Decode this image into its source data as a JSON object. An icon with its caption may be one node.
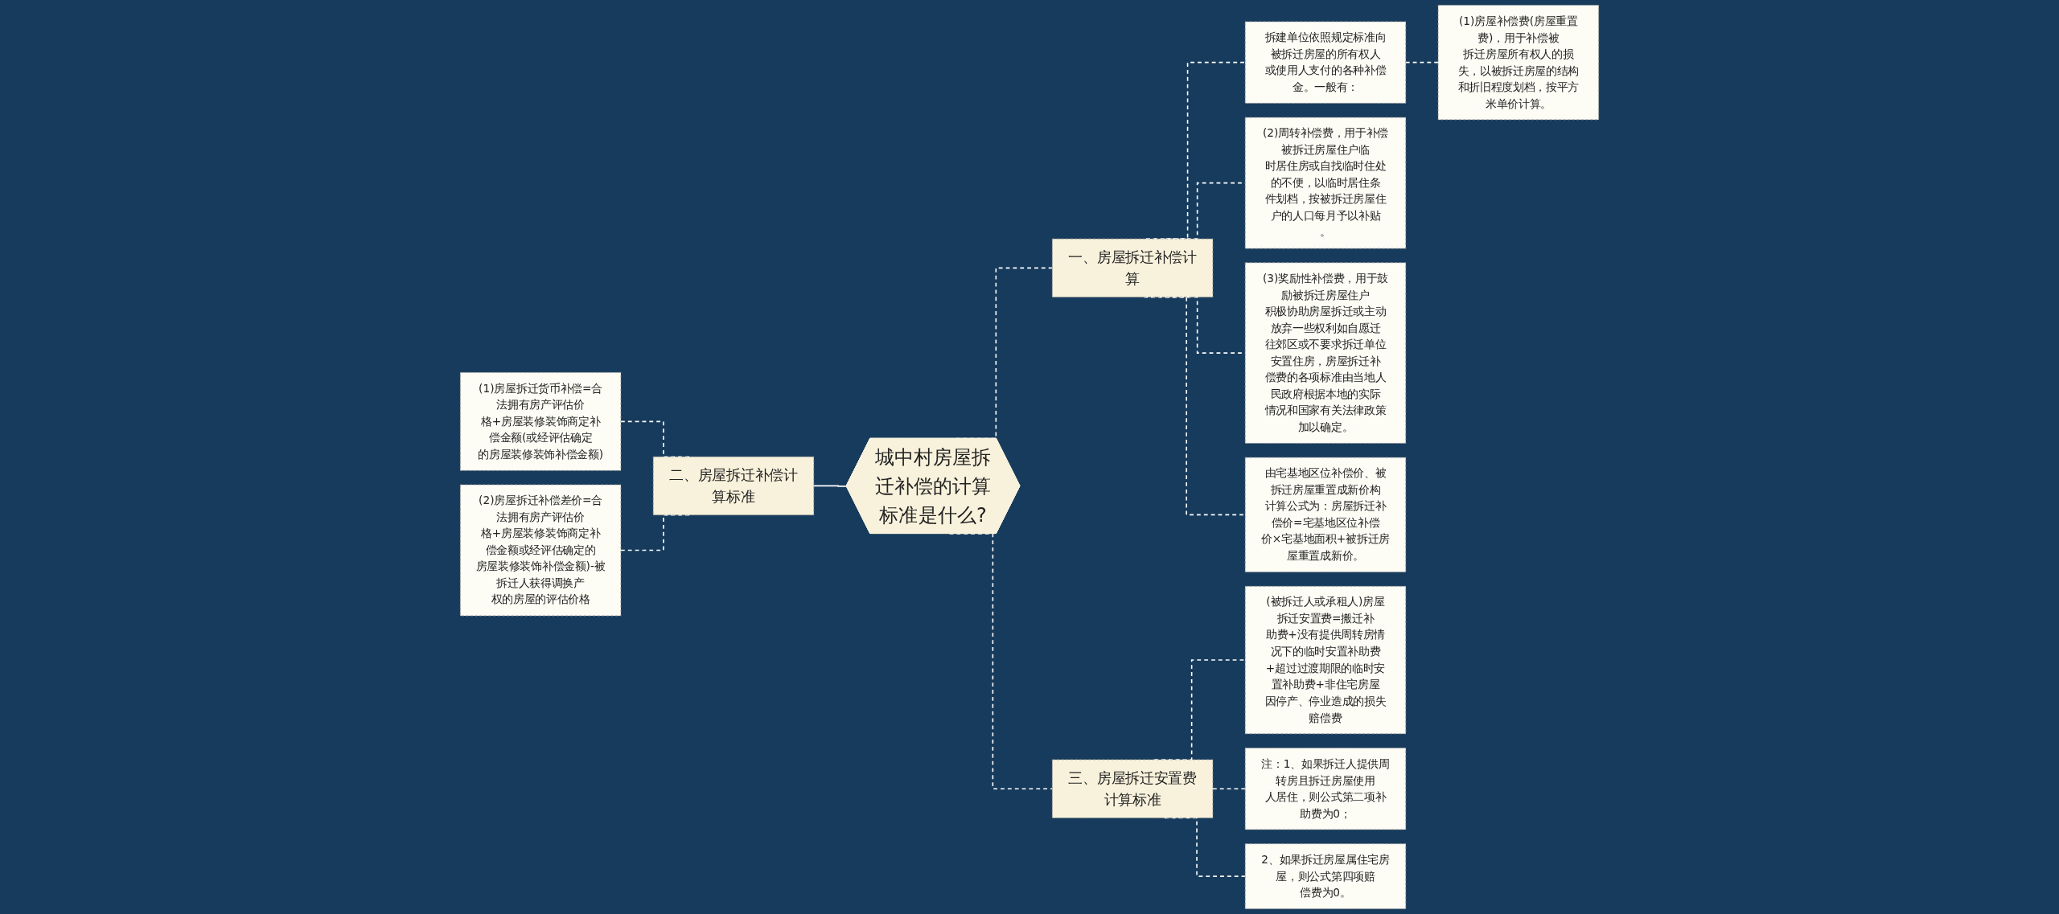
{
  "diagram": {
    "nodes": [
      {
        "text": [
          "城中村房屋拆迁补偿的计算标准是什么?"
        ]
      },
      {
        "text": [
          "一、房屋拆迁补偿计算"
        ]
      },
      {
        "text": [
          "拆建单位依照规定标准向被拆迁房屋的所有权人或使用人支付的各种补偿金。一般有："
        ]
      },
      {
        "text": [
          "(1)房屋补偿费(房屋重置费)，用于补偿被拆迁房屋所有权人的损失，以被拆迁房屋的结构和折旧程度划档，按平方米单价计算。"
        ]
      },
      {
        "text": [
          "(2)周转补偿费，用于补偿被拆迁房屋住户临时居住房或自找临时住处的不便，以临时居住条件划档，按被拆迁房屋住户的人口每月予以补贴。"
        ]
      },
      {
        "text": [
          "(3)奖励性补偿费，用于鼓励被拆迁房屋住户积极协助房屋拆迁或主动放弃一些权利如自愿迁往郊区或不要求拆迁单位安置住房，房屋拆迁补偿费的各项标准由当地人民政府根据本地的实际情况和国家有关法律政策加以确定。"
        ]
      },
      {
        "text": [
          "由宅基地区位补偿价、被拆迁房屋重置成新价构计算公式为：房屋拆迁补偿价=宅基地区位补偿价×宅基地面积+被拆迁房屋重置成新价。"
        ]
      },
      {
        "text": [
          "二、房屋拆迁补偿计算标准"
        ]
      },
      {
        "text": [
          "(1)房屋拆迁货币补偿=合法拥有房产评估价格+房屋装修装饰商定补偿金额(或经评估确定的房屋装修装饰补偿金额)"
        ]
      },
      {
        "text": [
          "(2)房屋拆迁补偿差价=合法拥有房产评估价格+房屋装修装饰商定补偿金额或经评估确定的房屋装修装饰补偿金额)-被拆迁人获得调换产权的房屋的评估价格"
        ]
      },
      {
        "text": [
          "三、房屋拆迁安置费计算标准"
        ]
      },
      {
        "text": [
          "(被拆迁人或承租人)房屋拆迁安置费=搬迁补助费+没有提供周转房情况下的临时安置补助费+超过过渡期限的临时安置补助费+非住宅房屋因停产、停业造成的损失赔偿费"
        ]
      },
      {
        "text": [
          "注：1、如果拆迁人提供周转房且拆迁房屋使用人居住，则公式第二项补助费为0；"
        ]
      },
      {
        "text": [
          "2、如果拆迁房屋属住宅房屋，则公式第四项赔偿费为0。"
        ]
      }
    ],
    "edges": [
      {
        "from": 0,
        "to": 1,
        "arrow": "none",
        "style": "dashed"
      },
      {
        "from": 1,
        "to": 2,
        "arrow": "none",
        "style": "dashed"
      },
      {
        "from": 2,
        "to": 3,
        "arrow": "none",
        "style": "dashed"
      },
      {
        "from": 1,
        "to": 4,
        "arrow": "none",
        "style": "dashed"
      },
      {
        "from": 1,
        "to": 5,
        "arrow": "none",
        "style": "dashed"
      },
      {
        "from": 1,
        "to": 6,
        "arrow": "none",
        "style": "dashed"
      },
      {
        "from": 0,
        "to": 7,
        "arrow": "none"
      },
      {
        "from": 7,
        "to": 8,
        "arrow": "none",
        "style": "dashed"
      },
      {
        "from": 7,
        "to": 9,
        "arrow": "none",
        "style": "dashed"
      },
      {
        "from": 0,
        "to": 10,
        "arrow": "none",
        "style": "dashed"
      },
      {
        "from": 10,
        "to": 11,
        "arrow": "none",
        "style": "dashed"
      },
      {
        "from": 10,
        "to": 12,
        "arrow": "none",
        "style": "dashed"
      },
      {
        "from": 10,
        "to": 13,
        "arrow": "none",
        "style": "dashed"
      }
    ]
  }
}
